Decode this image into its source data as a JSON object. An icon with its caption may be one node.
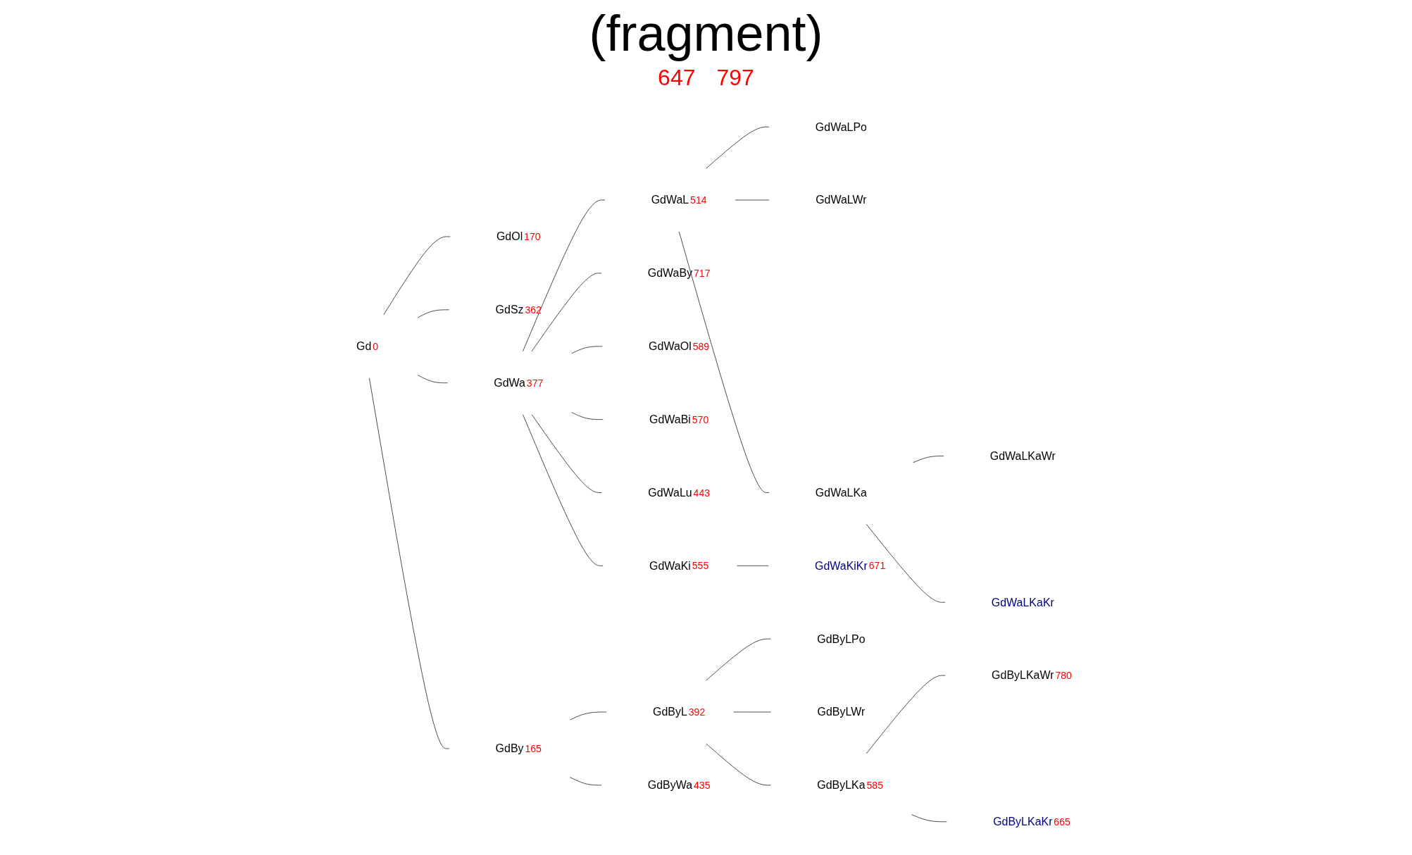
{
  "diagram": {
    "title": "(fragment)",
    "nodes": [
      {
        "text": [
          "GdWaLPo"
        ]
      },
      {
        "text": [
          "GdWaLWr"
        ]
      },
      {
        "text": [
          "GdWaL"
        ],
        "beside": [
          "514"
        ]
      },
      {
        "text": [
          "GdWaLKaWr"
        ]
      },
      {
        "text": [
          "GdWaLKa"
        ]
      },
      {
        "text": [
          "GdWaBy"
        ],
        "beside": [
          "717"
        ]
      },
      {
        "text": [
          "GdWaLKaKr"
        ]
      },
      {
        "text": [
          "GdWaOl"
        ],
        "beside": [
          "589"
        ]
      },
      {
        "text": [
          "GdOl"
        ],
        "beside": [
          "170"
        ]
      },
      {
        "text": [
          "GdSz"
        ],
        "beside": [
          "362"
        ]
      },
      {
        "text": [
          "Gd"
        ],
        "beside": [
          "0"
        ]
      },
      {
        "text": [
          "GdWa"
        ],
        "beside": [
          "377"
        ]
      },
      {
        "text": [
          "GdWaBi"
        ],
        "beside": [
          "570"
        ]
      },
      {
        "text": [
          "GdBy"
        ],
        "beside": [
          "165"
        ]
      },
      {
        "text": [
          "GdWaLu"
        ],
        "beside": [
          "443"
        ]
      },
      {
        "text": [
          "GdWaKi"
        ],
        "beside": [
          "555"
        ]
      },
      {
        "text": [
          "GdWaKiKr"
        ],
        "beside": [
          "671"
        ]
      },
      {
        "text": [
          "GdByL"
        ],
        "beside": [
          "392"
        ]
      },
      {
        "text": [
          "GdByWa"
        ],
        "beside": [
          "435"
        ]
      },
      {
        "text": [
          "GdByLPo"
        ]
      },
      {
        "text": [
          "GdByLWr"
        ]
      },
      {
        "text": [
          "GdByLKa"
        ],
        "beside": [
          "585"
        ]
      },
      {
        "text": [
          "GdByLKaWr"
        ],
        "beside": [
          "780"
        ]
      },
      {
        "text": [
          "GdByLKaKr"
        ],
        "beside": [
          "665"
        ]
      }
    ],
    "edges": [
      {
        "from": 10,
        "to": 8,
        "arrow": "none"
      },
      {
        "from": 10,
        "to": 9,
        "arrow": "none"
      },
      {
        "from": 10,
        "to": 11,
        "arrow": "none"
      },
      {
        "from": 10,
        "to": 13,
        "arrow": "none"
      },
      {
        "from": 11,
        "to": 2,
        "arrow": "none"
      },
      {
        "from": 11,
        "to": 5,
        "arrow": "none"
      },
      {
        "from": 11,
        "to": 7,
        "arrow": "none"
      },
      {
        "from": 11,
        "to": 12,
        "arrow": "none"
      },
      {
        "from": 11,
        "to": 14,
        "arrow": "none"
      },
      {
        "from": 11,
        "to": 15,
        "arrow": "none"
      },
      {
        "from": 2,
        "to": 0,
        "arrow": "none"
      },
      {
        "from": 2,
        "to": 1,
        "arrow": "none"
      },
      {
        "from": 2,
        "to": 4,
        "arrow": "none"
      },
      {
        "from": 4,
        "to": 3,
        "arrow": "none"
      },
      {
        "from": 4,
        "to": 6,
        "arrow": "none"
      },
      {
        "from": 15,
        "to": 16,
        "arrow": "none"
      },
      {
        "from": 13,
        "to": 17,
        "arrow": "none"
      },
      {
        "from": 13,
        "to": 18,
        "arrow": "none"
      },
      {
        "from": 17,
        "to": 19,
        "arrow": "none"
      },
      {
        "from": 17,
        "to": 20,
        "arrow": "none"
      },
      {
        "from": 17,
        "to": 21,
        "arrow": "none"
      },
      {
        "from": 21,
        "to": 22,
        "arrow": "none"
      },
      {
        "from": 21,
        "to": 23,
        "arrow": "none"
      }
    ],
    "labels": [
      "647",
      "797"
    ]
  }
}
